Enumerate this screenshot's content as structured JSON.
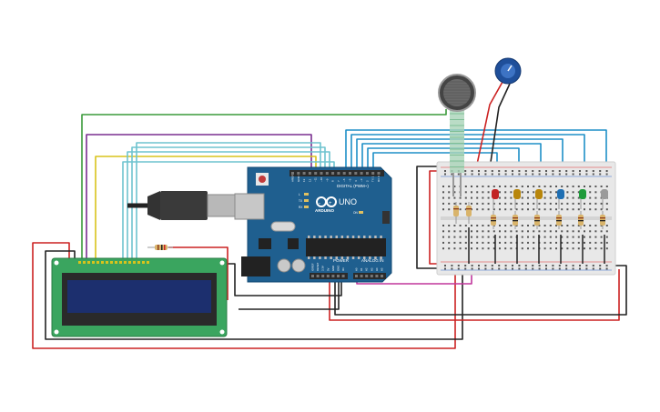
{
  "arduino": {
    "brand": "ARDUINO",
    "model": "UNO",
    "digital_label": "DIGITAL (PWM~)",
    "power_label": "POWER",
    "analog_label": "ANALOG IN",
    "digital_pins": [
      "AREF",
      "GND",
      "13",
      "12",
      "~11",
      "~10",
      "~9",
      "8",
      "7",
      "~6",
      "~5",
      "4",
      "~3",
      "2",
      "TX 1",
      "RX 0"
    ],
    "power_pins": [
      "IOREF",
      "RESET",
      "3.3V",
      "5V",
      "GND",
      "GND",
      "Vin"
    ],
    "analog_pins": [
      "A0",
      "A1",
      "A2",
      "A3",
      "A4",
      "A5"
    ],
    "led_labels": [
      "L",
      "TX",
      "RX",
      "ON"
    ],
    "colors": {
      "board": "#1f5f8f",
      "board_edge": "#134a73",
      "header": "#2b2b2b"
    }
  },
  "lcd": {
    "colors": {
      "pcb": "#3aa55f",
      "screen": "#1c2f6e",
      "bezel": "#2a2a2a"
    }
  },
  "breadboard": {
    "colors": {
      "body": "#e8e8e8",
      "rail_red": "#d33",
      "rail_blue": "#36c"
    }
  },
  "components": {
    "led_colors": [
      "#c22323",
      "#b8860b",
      "#b8860b",
      "#1f6fb3",
      "#1e9b3a",
      "#9a9a9a"
    ],
    "sensor_colors": {
      "fsr": "#444444",
      "pot": "#1f4f9a"
    }
  },
  "wire_colors": {
    "green": "#3a9a3a",
    "purple": "#7a2f8f",
    "yellow": "#d8c31c",
    "cyan": "#6ec3cf",
    "blue": "#1e8fc7",
    "red": "#cc2222",
    "black": "#222222",
    "magenta": "#c0369c"
  }
}
